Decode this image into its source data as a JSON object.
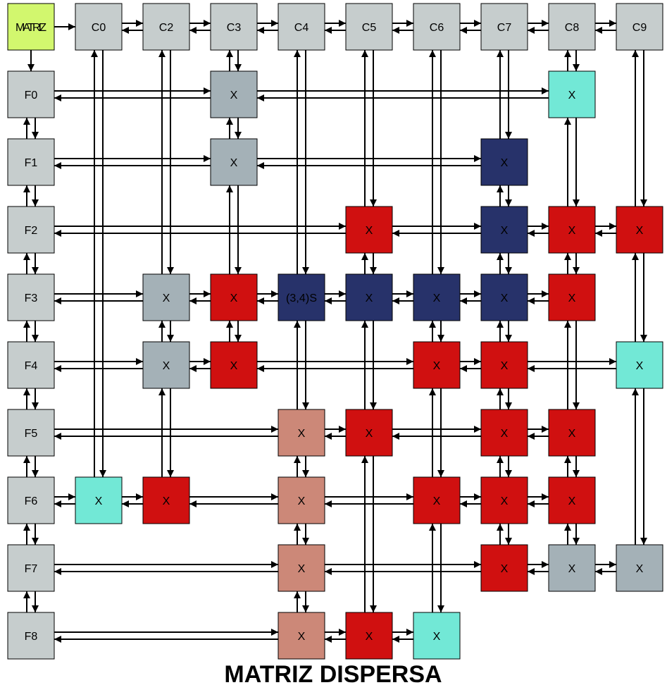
{
  "title": "MATRIZ DISPERSA",
  "colors": {
    "root": "#d2f76e",
    "header": "#c6cdcd",
    "grey": "#a4b1b7",
    "cyan": "#72e8d6",
    "red": "#d01010",
    "navy": "#27326a",
    "salmon": "#cc8878",
    "edge": "#000000"
  },
  "root": {
    "label": "MATRIZ"
  },
  "columns": [
    {
      "id": 0,
      "label": "C0"
    },
    {
      "id": 1,
      "label": "C2"
    },
    {
      "id": 2,
      "label": "C3"
    },
    {
      "id": 3,
      "label": "C4"
    },
    {
      "id": 4,
      "label": "C5"
    },
    {
      "id": 5,
      "label": "C6"
    },
    {
      "id": 6,
      "label": "C7"
    },
    {
      "id": 7,
      "label": "C8"
    },
    {
      "id": 8,
      "label": "C9"
    }
  ],
  "rows": [
    {
      "id": 0,
      "label": "F0"
    },
    {
      "id": 1,
      "label": "F1"
    },
    {
      "id": 2,
      "label": "F2"
    },
    {
      "id": 3,
      "label": "F3"
    },
    {
      "id": 4,
      "label": "F4"
    },
    {
      "id": 5,
      "label": "F5"
    },
    {
      "id": 6,
      "label": "F6"
    },
    {
      "id": 7,
      "label": "F7"
    },
    {
      "id": 8,
      "label": "F8"
    }
  ],
  "cells": [
    {
      "row": 0,
      "col": 2,
      "label": "X",
      "color": "grey"
    },
    {
      "row": 0,
      "col": 7,
      "label": "X",
      "color": "cyan"
    },
    {
      "row": 1,
      "col": 2,
      "label": "X",
      "color": "grey"
    },
    {
      "row": 1,
      "col": 6,
      "label": "X",
      "color": "navy"
    },
    {
      "row": 2,
      "col": 4,
      "label": "X",
      "color": "red"
    },
    {
      "row": 2,
      "col": 6,
      "label": "X",
      "color": "navy"
    },
    {
      "row": 2,
      "col": 7,
      "label": "X",
      "color": "red"
    },
    {
      "row": 2,
      "col": 8,
      "label": "X",
      "color": "red"
    },
    {
      "row": 3,
      "col": 1,
      "label": "X",
      "color": "grey"
    },
    {
      "row": 3,
      "col": 2,
      "label": "X",
      "color": "red"
    },
    {
      "row": 3,
      "col": 3,
      "label": "(3,4)S",
      "color": "navy"
    },
    {
      "row": 3,
      "col": 4,
      "label": "X",
      "color": "navy"
    },
    {
      "row": 3,
      "col": 5,
      "label": "X",
      "color": "navy"
    },
    {
      "row": 3,
      "col": 6,
      "label": "X",
      "color": "navy"
    },
    {
      "row": 3,
      "col": 7,
      "label": "X",
      "color": "red"
    },
    {
      "row": 4,
      "col": 1,
      "label": "X",
      "color": "grey"
    },
    {
      "row": 4,
      "col": 2,
      "label": "X",
      "color": "red"
    },
    {
      "row": 4,
      "col": 5,
      "label": "X",
      "color": "red"
    },
    {
      "row": 4,
      "col": 6,
      "label": "X",
      "color": "red"
    },
    {
      "row": 4,
      "col": 8,
      "label": "X",
      "color": "cyan"
    },
    {
      "row": 5,
      "col": 3,
      "label": "X",
      "color": "salmon"
    },
    {
      "row": 5,
      "col": 4,
      "label": "X",
      "color": "red"
    },
    {
      "row": 5,
      "col": 6,
      "label": "X",
      "color": "red"
    },
    {
      "row": 5,
      "col": 7,
      "label": "X",
      "color": "red"
    },
    {
      "row": 6,
      "col": 0,
      "label": "X",
      "color": "cyan"
    },
    {
      "row": 6,
      "col": 1,
      "label": "X",
      "color": "red"
    },
    {
      "row": 6,
      "col": 3,
      "label": "X",
      "color": "salmon"
    },
    {
      "row": 6,
      "col": 5,
      "label": "X",
      "color": "red"
    },
    {
      "row": 6,
      "col": 6,
      "label": "X",
      "color": "red"
    },
    {
      "row": 6,
      "col": 7,
      "label": "X",
      "color": "red"
    },
    {
      "row": 7,
      "col": 3,
      "label": "X",
      "color": "salmon"
    },
    {
      "row": 7,
      "col": 6,
      "label": "X",
      "color": "red"
    },
    {
      "row": 7,
      "col": 7,
      "label": "X",
      "color": "grey"
    },
    {
      "row": 7,
      "col": 8,
      "label": "X",
      "color": "grey"
    },
    {
      "row": 8,
      "col": 3,
      "label": "X",
      "color": "salmon"
    },
    {
      "row": 8,
      "col": 4,
      "label": "X",
      "color": "red"
    },
    {
      "row": 8,
      "col": 5,
      "label": "X",
      "color": "cyan"
    }
  ]
}
